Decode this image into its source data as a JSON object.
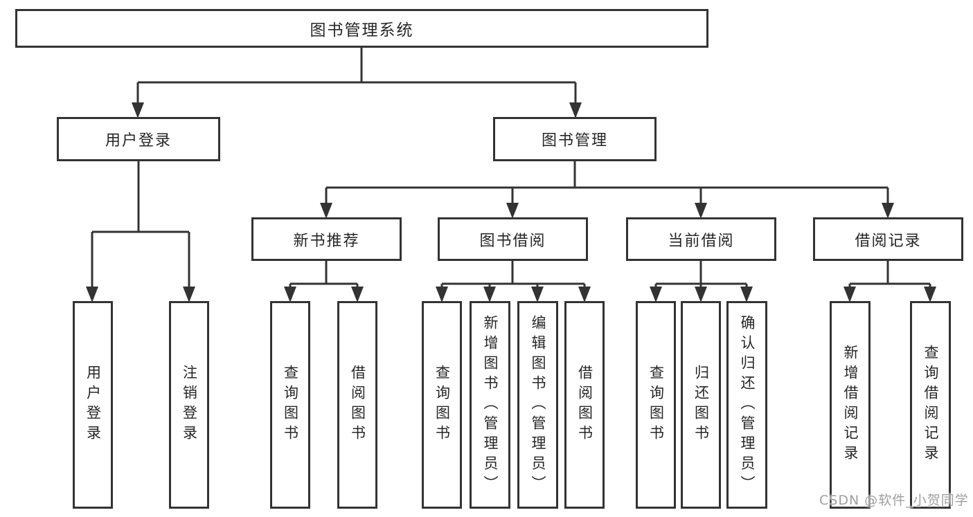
{
  "diagram": {
    "root": {
      "label": "图书管理系统"
    },
    "children": [
      {
        "label": "用户登录",
        "children": [
          {
            "label": "用户登录"
          },
          {
            "label": "注销登录"
          }
        ]
      },
      {
        "label": "图书管理",
        "children": [
          {
            "label": "新书推荐",
            "children": [
              {
                "label": "查询图书"
              },
              {
                "label": "借阅图书"
              }
            ]
          },
          {
            "label": "图书借阅",
            "children": [
              {
                "label": "查询图书"
              },
              {
                "label": "新增图书（管理员）"
              },
              {
                "label": "编辑图书（管理员）"
              },
              {
                "label": "借阅图书"
              }
            ]
          },
          {
            "label": "当前借阅",
            "children": [
              {
                "label": "查询图书"
              },
              {
                "label": "归还图书"
              },
              {
                "label": "确认归还（管理员）"
              }
            ]
          },
          {
            "label": "借阅记录",
            "children": [
              {
                "label": "新增借阅记录"
              },
              {
                "label": "查询借阅记录"
              }
            ]
          }
        ]
      }
    ]
  },
  "watermark": "CSDN @软件_小贺同学",
  "colors": {
    "line": "#333333",
    "border": "#333333",
    "text": "#262626",
    "watermark": "#9e9e9e",
    "background": "#ffffff"
  }
}
